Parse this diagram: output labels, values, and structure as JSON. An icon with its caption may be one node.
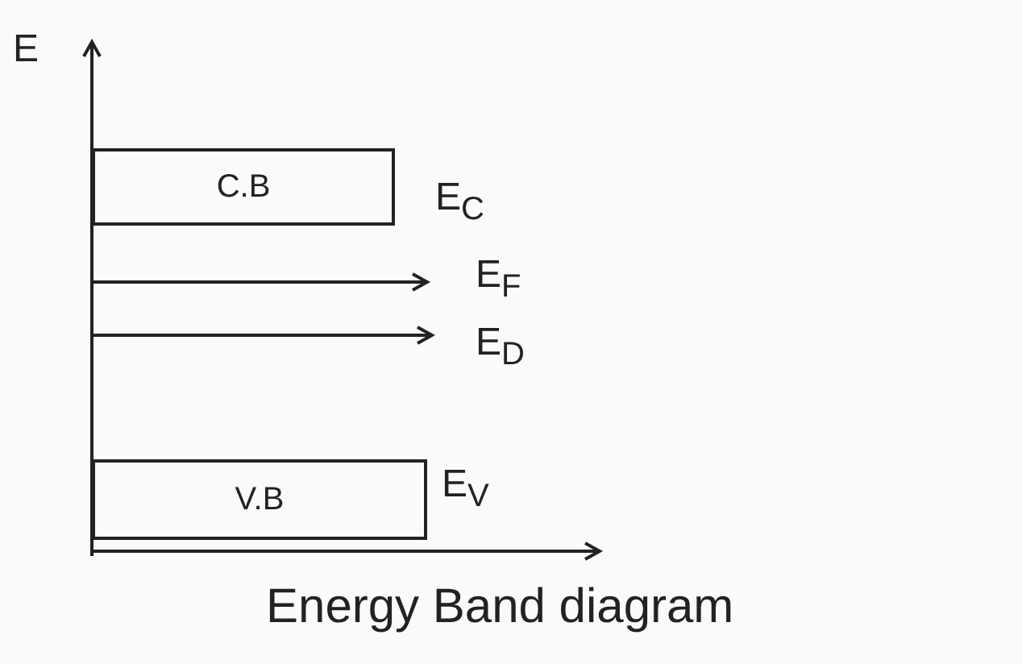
{
  "diagram": {
    "caption": "Energy Band diagram",
    "nodes": [
      {
        "text": [
          "C.B"
        ],
        "beside": [
          "E$_{C}$"
        ]
      },
      {
        "text": [
          "V.B"
        ],
        "beside": [
          "E$_{V}$"
        ]
      }
    ],
    "edges": [],
    "labels": [
      "E",
      "E$_{F}$",
      "E$_{D}$"
    ]
  }
}
